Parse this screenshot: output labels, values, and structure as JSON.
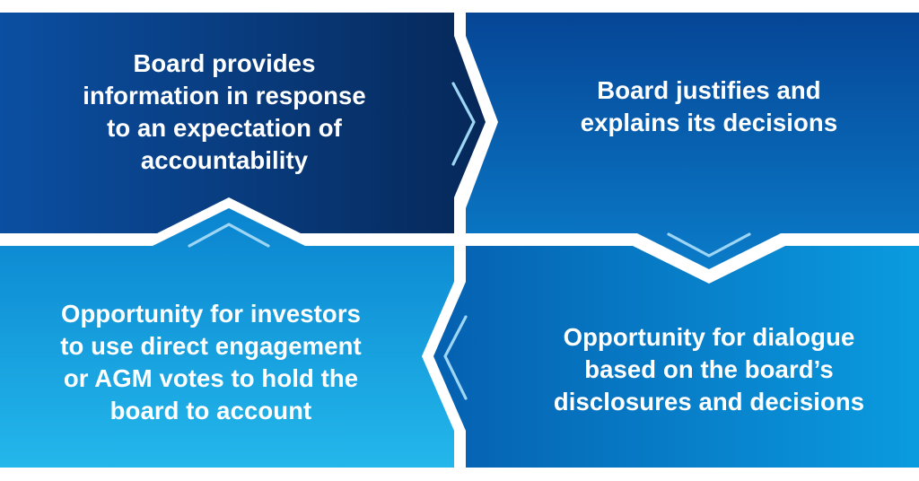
{
  "diagram": {
    "type": "four-step cycle",
    "colors": {
      "background": "#ffffff",
      "panel_1_gradient": [
        "#0b4da0",
        "#062a5e"
      ],
      "panel_2_gradient": [
        "#064a9a",
        "#0a78c7"
      ],
      "panel_3_gradient": [
        "#0a86d0",
        "#22b6ea"
      ],
      "panel_4_gradient": [
        "#0563b2",
        "#0a97dc"
      ],
      "divider": "#ffffff",
      "chevron_stroke": "#9ed6f6",
      "text": "#ffffff"
    },
    "steps": [
      {
        "id": 1,
        "position": "top-left",
        "text": "Board provides\ninformation in response\nto an expectation of\naccountability",
        "arrow_out": "right"
      },
      {
        "id": 2,
        "position": "top-right",
        "text": "Board justifies and\nexplains its decisions",
        "arrow_out": "down"
      },
      {
        "id": 3,
        "position": "bottom-left",
        "text": "Opportunity for investors\nto use direct engagement\nor AGM votes to hold the\nboard to account",
        "arrow_out": "up"
      },
      {
        "id": 4,
        "position": "bottom-right",
        "text": "Opportunity for dialogue\nbased on the board’s\ndisclosures and decisions",
        "arrow_out": "left"
      }
    ],
    "icons": {
      "chevron_1": "chevron-right-icon",
      "chevron_2": "chevron-down-icon",
      "chevron_3": "chevron-up-icon",
      "chevron_4": "chevron-left-icon"
    }
  }
}
